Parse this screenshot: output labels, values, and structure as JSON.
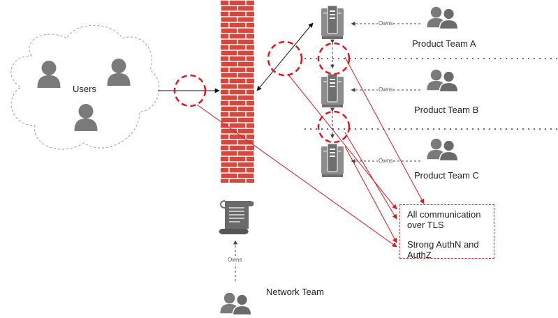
{
  "users": {
    "label": "Users"
  },
  "teams": [
    {
      "name": "Product Team A",
      "relation": "Owns"
    },
    {
      "name": "Product Team B",
      "relation": "Owns"
    },
    {
      "name": "Product Team C",
      "relation": "Owns"
    }
  ],
  "network_team": {
    "name": "Network Team",
    "relation": "Owns"
  },
  "requirements": {
    "line1": "All communication",
    "line2": "over TLS",
    "line3": "Strong AuthN and",
    "line4": "AuthZ"
  },
  "colors": {
    "brick": "#d9463b",
    "highlight": "#e0141c",
    "icon_gray": "#777777",
    "server_gray": "#8c8c8c"
  }
}
